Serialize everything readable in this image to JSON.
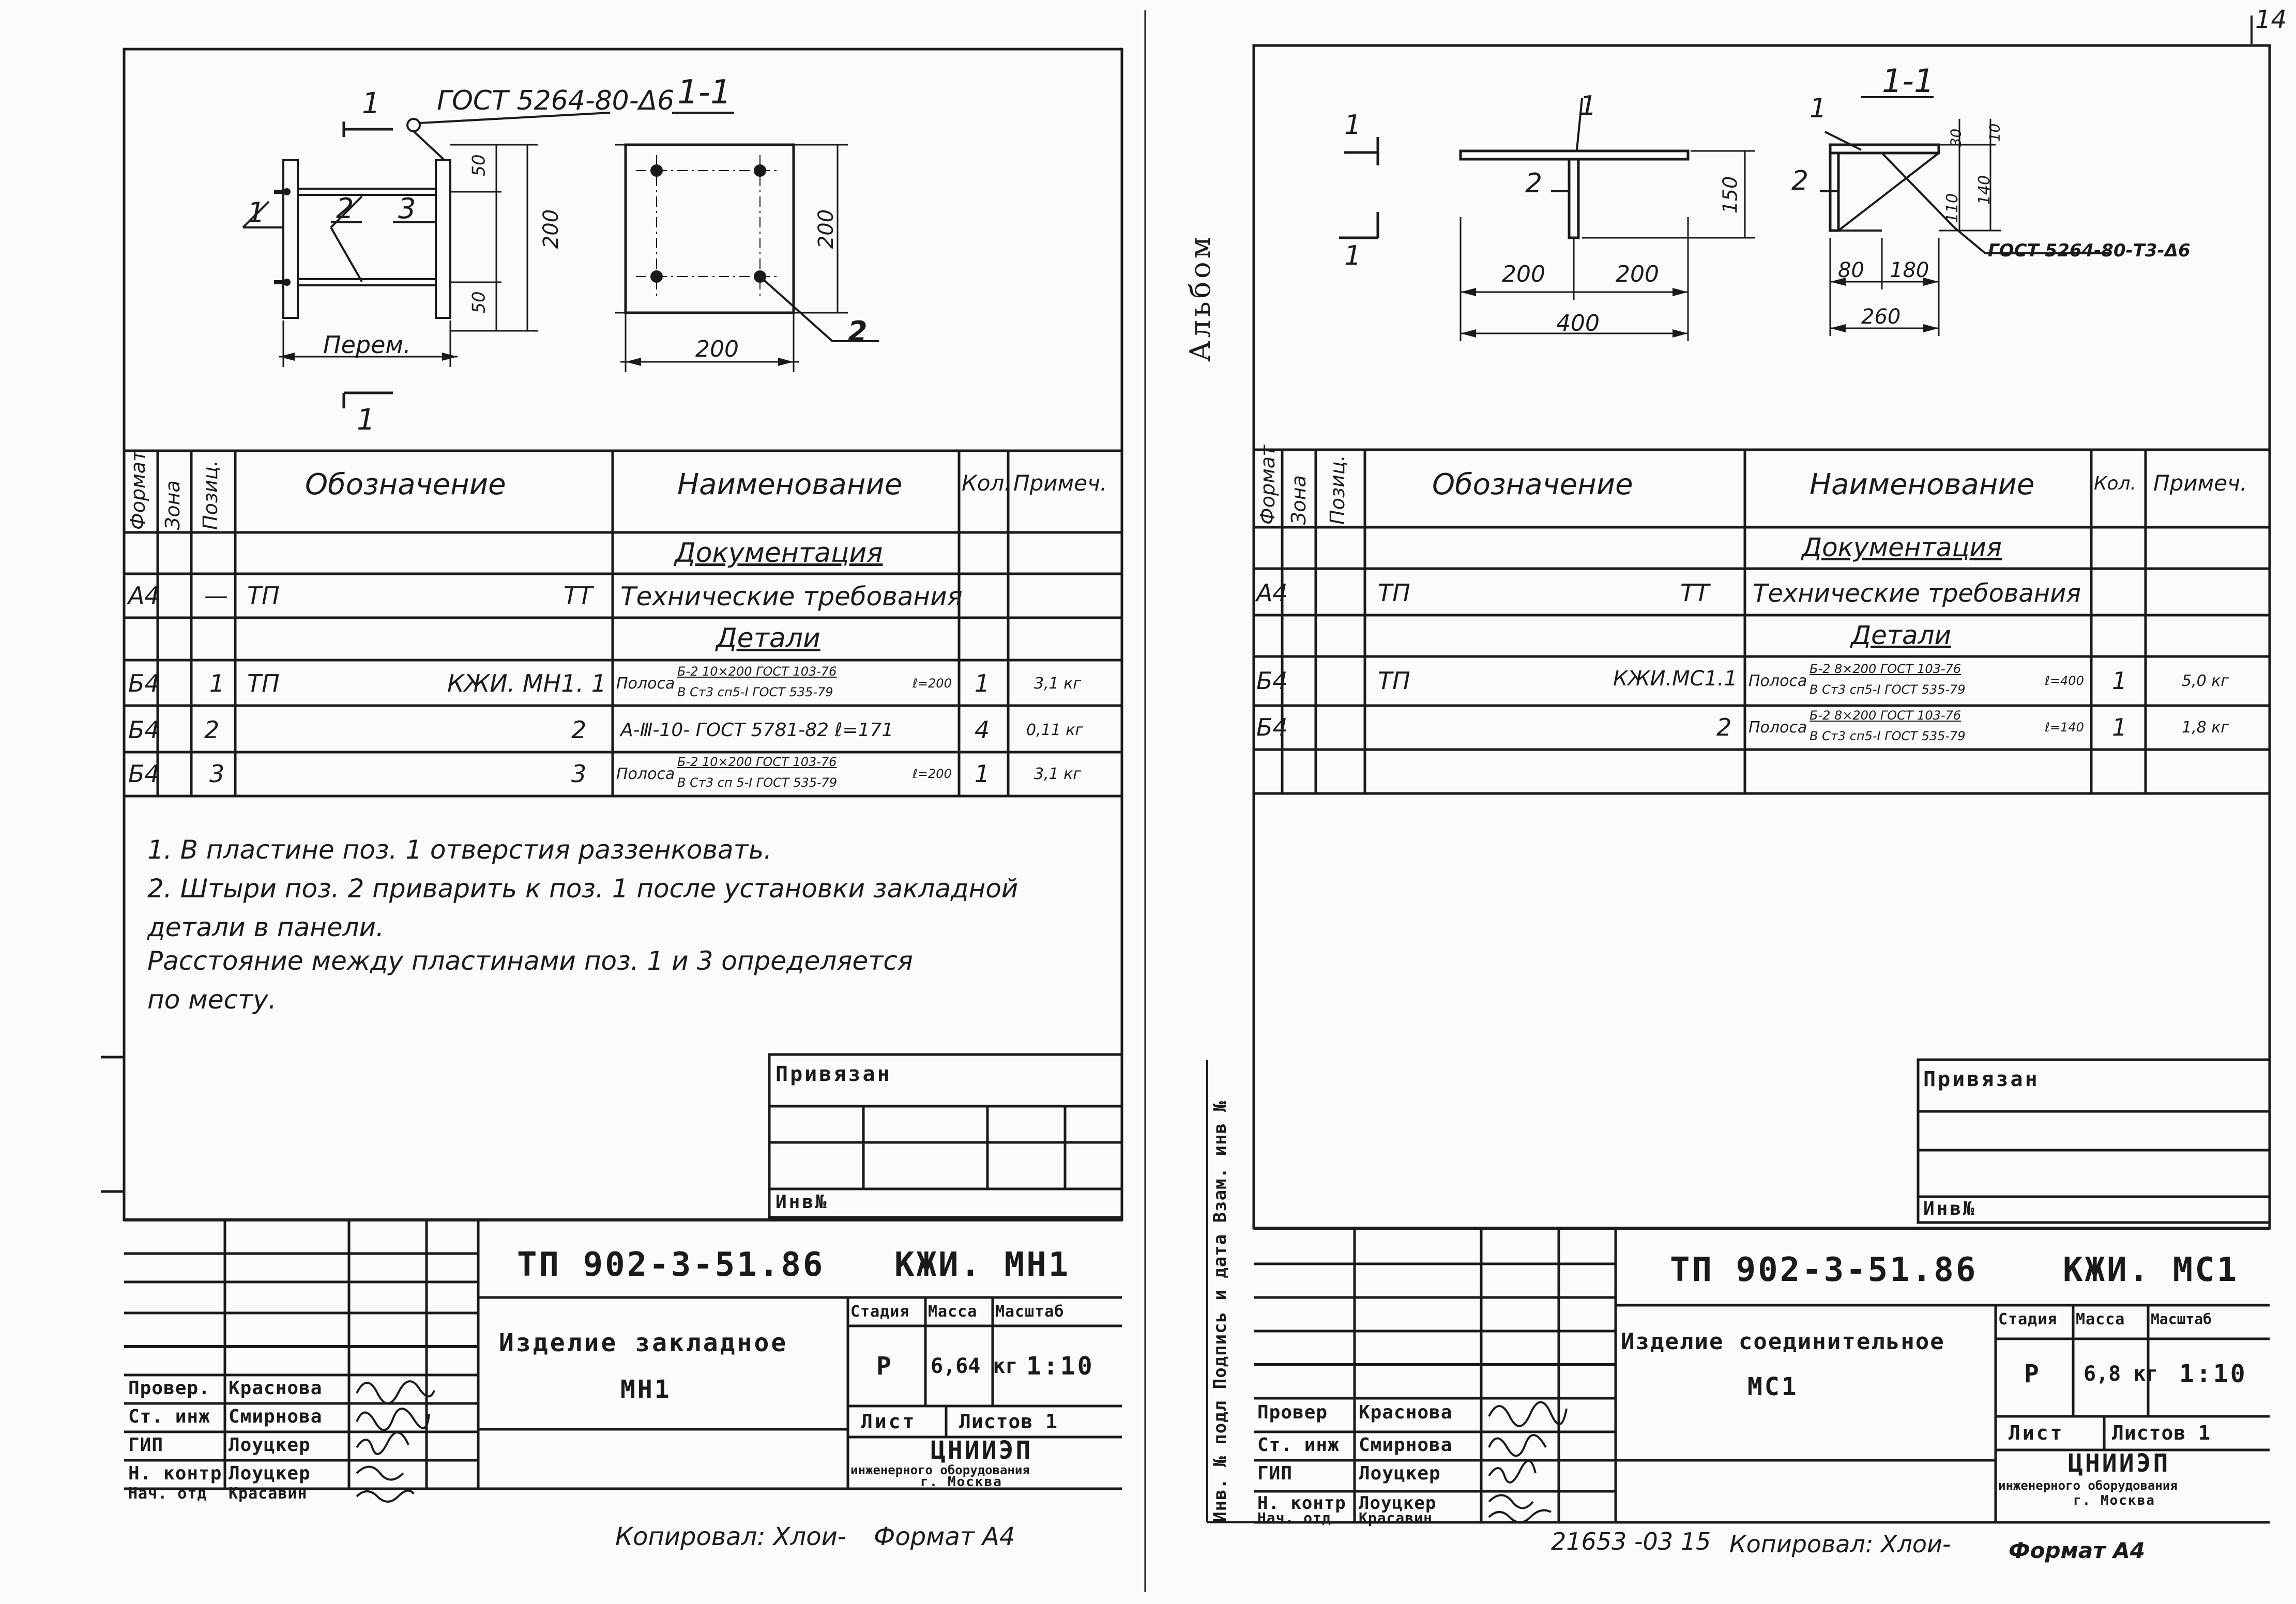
{
  "page_number": "14",
  "album_label": "Альбом",
  "left_margin_stamp": "Инв. № подл Подпись и дата Взам. инв №",
  "left_sheet": {
    "drawing": {
      "gost_label": "ГОСТ 5264-80-Δ6",
      "section_title": "1-1",
      "section_mark": "1",
      "callouts": [
        "1",
        "2",
        "3"
      ],
      "dim_50_top": "50",
      "dim_200_side": "200",
      "dim_50_bottom": "50",
      "dim_perem": "Перем.",
      "dim_200_plate_side": "200",
      "dim_200_plate_bottom": "200",
      "plate_callout": "2"
    },
    "spec_header": {
      "format": "Формат",
      "zone": "Зона",
      "pos": "Позиц.",
      "designation": "Обозначение",
      "name": "Наименование",
      "qty": "Кол.",
      "note": "Примеч."
    },
    "spec_rows": [
      {
        "format": "",
        "zone": "",
        "pos": "",
        "des_left": "",
        "des_right": "",
        "name": "Документация",
        "section": true,
        "qty": "",
        "note": ""
      },
      {
        "format": "А4",
        "zone": "",
        "pos": "—",
        "des_left": "ТП",
        "des_right": "ТТ",
        "name": "Технические требования",
        "section": false,
        "qty": "",
        "note": ""
      },
      {
        "format": "",
        "zone": "",
        "pos": "",
        "des_left": "",
        "des_right": "",
        "name": "Детали",
        "section": true,
        "qty": "",
        "note": ""
      },
      {
        "format": "Б4",
        "zone": "",
        "pos": "1",
        "des_left": "ТП",
        "des_right": "КЖИ. МН1. 1",
        "name_prefix": "Полоса",
        "name_top": "Б-2 10×200 ГОСТ 103-76",
        "name_bottom": "В Ст3 сп5-I ГОСТ 535-79",
        "name_suffix": "ℓ=200",
        "qty": "1",
        "note": "3,1 кг"
      },
      {
        "format": "Б4",
        "zone": "",
        "pos": "2",
        "des_left": "",
        "des_right": "2",
        "name": "А-Ⅲ-10- ГОСТ 5781-82    ℓ=171",
        "section": false,
        "qty": "4",
        "note": "0,11 кг"
      },
      {
        "format": "Б4",
        "zone": "",
        "pos": "3",
        "des_left": "",
        "des_right": "3",
        "name_prefix": "Полоса",
        "name_top": "Б-2 10×200 ГОСТ 103-76",
        "name_bottom": "В Ст3 сп 5-I ГОСТ 535-79",
        "name_suffix": "ℓ=200",
        "qty": "1",
        "note": "3,1 кг"
      }
    ],
    "notes": [
      "1.  В пластине поз. 1  отверстия  раззенковать.",
      "2.  Штыри  поз. 2 приварить к поз. 1 после  установки  закладной",
      "     детали  в панели.",
      "     Расстояние между  пластинами  поз. 1 и 3  определяется",
      "     по месту."
    ],
    "privyazan": "Привязан",
    "inv_no": "Инв№",
    "title_block": {
      "doc_number": "ТП  902-3-51.86",
      "code": "КЖИ. МН1",
      "product_line1": "Изделие  закладное",
      "product_line2": "МН1",
      "stage_label": "Стадия",
      "mass_label": "Масса",
      "scale_label": "Масштаб",
      "stage": "Р",
      "mass": "6,64 кг",
      "scale": "1:10",
      "sheet_label": "Лист",
      "sheets_label": "Листов 1",
      "org_line1": "ЦНИИЭП",
      "org_line2": "инженерного оборудования",
      "org_line3": "г. Москва",
      "roles": [
        "Провер.",
        "Ст. инж",
        "ГИП",
        "Н. контр",
        "Нач. отд"
      ],
      "names": [
        "Краснова",
        "Смирнова",
        "Лоуцкер",
        "Лоуцкер",
        "Красавин"
      ]
    },
    "footer_copied": "Копировал:  Хлои-",
    "footer_format": "Формат А4"
  },
  "right_sheet": {
    "drawing": {
      "section_mark": "1",
      "callout_1": "1",
      "callout_2": "2",
      "dim_150": "150",
      "dim_200_left": "200",
      "dim_200_right": "200",
      "dim_400": "400",
      "section_title": "1-1",
      "sec_callout_1": "1",
      "sec_callout_2": "2",
      "dim_30": "30",
      "dim_10": "10",
      "dim_110": "110",
      "dim_140": "140",
      "dim_80": "80",
      "dim_180": "180",
      "dim_260": "260",
      "gost_label": "ГОСТ 5264-80-Т3-Δ6"
    },
    "spec_header": {
      "format": "Формат",
      "zone": "Зона",
      "pos": "Позиц.",
      "designation": "Обозначение",
      "name": "Наименование",
      "qty": "Кол.",
      "note": "Примеч."
    },
    "spec_rows": [
      {
        "format": "",
        "pos": "",
        "des_left": "",
        "des_right": "",
        "name": "Документация",
        "section": true,
        "qty": "",
        "note": ""
      },
      {
        "format": "А4",
        "pos": "",
        "des_left": "ТП",
        "des_right": "ТТ",
        "name": "Технические требования",
        "section": false,
        "qty": "",
        "note": ""
      },
      {
        "format": "",
        "pos": "",
        "des_left": "",
        "des_right": "",
        "name": "Детали",
        "section": true,
        "qty": "",
        "note": ""
      },
      {
        "format": "Б4",
        "pos": "",
        "des_left": "ТП",
        "des_right": "КЖИ.МС1.1",
        "name_prefix": "Полоса",
        "name_top": "Б-2 8×200 ГОСТ 103-76",
        "name_bottom": "В Ст3 сп5-I ГОСТ 535-79",
        "name_suffix": "ℓ=400",
        "qty": "1",
        "note": "5,0 кг"
      },
      {
        "format": "Б4",
        "pos": "",
        "des_left": "",
        "des_right": "2",
        "name_prefix": "Полоса",
        "name_top": "Б-2 8×200 ГОСТ 103-76",
        "name_bottom": "В Ст3 сп5-I ГОСТ 535-79",
        "name_suffix": "ℓ=140",
        "qty": "1",
        "note": "1,8 кг"
      }
    ],
    "privyazan": "Привязан",
    "inv_no": "Инв№",
    "title_block": {
      "doc_number": "ТП  902-3-51.86",
      "code": "КЖИ. МС1",
      "product_line1": "Изделие  соединительное",
      "product_line2": "МС1",
      "stage_label": "Стадия",
      "mass_label": "Масса",
      "scale_label": "Масштаб",
      "stage": "Р",
      "mass": "6,8 кг",
      "scale": "1:10",
      "sheet_label": "Лист",
      "sheets_label": "Листов 1",
      "org_line1": "ЦНИИЭП",
      "org_line2": "инженерного оборудования",
      "org_line3": "г. Москва",
      "roles": [
        "Провер",
        "Ст. инж",
        "ГИП",
        "Н. контр",
        "Нач. отд"
      ],
      "names": [
        "Краснова",
        "Смирнова",
        "Лоуцкер",
        "Лоуцкер",
        "Красавин"
      ]
    },
    "footer_number": "21653 -03  15",
    "footer_copied": "Копировал:  Хлои-",
    "footer_format": "Формат А4"
  }
}
